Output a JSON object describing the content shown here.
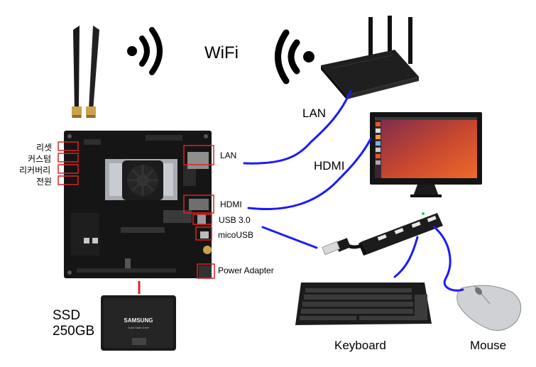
{
  "title": "WiFi",
  "board_labels": {
    "reset": "리셋",
    "custom": "커스텀",
    "recovery": "리커버리",
    "power": "전원"
  },
  "ports": {
    "lan": "LAN",
    "hdmi": "HDMI",
    "usb": "USB 3.0",
    "micro_usb": "micoUSB",
    "power_adapter": "Power Adapter"
  },
  "cable_labels": {
    "lan": "LAN",
    "hdmi": "HDMI"
  },
  "ssd": {
    "line1": "SSD",
    "line2": "250GB",
    "brand": "SAMSUNG",
    "model": "Solid State Drive"
  },
  "peripherals": {
    "keyboard": "Keyboard",
    "mouse": "Mouse"
  },
  "colors": {
    "cable": "#1a1aff",
    "highlight": "#e02020",
    "ubuntu_orange": "#e95420",
    "ubuntu_purple": "#5e2750"
  }
}
